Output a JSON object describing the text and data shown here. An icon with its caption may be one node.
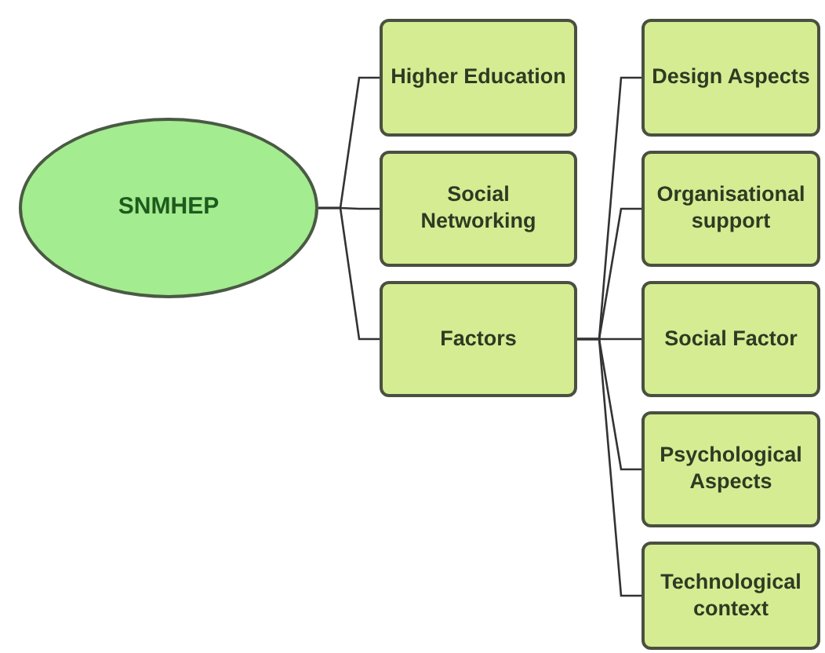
{
  "diagram": {
    "nodes": [
      {
        "text": [
          "SNMHEP"
        ]
      },
      {
        "text": [
          "Higher Education"
        ]
      },
      {
        "text": [
          "Social Networking"
        ]
      },
      {
        "text": [
          "Factors"
        ]
      },
      {
        "text": [
          "Design Aspects"
        ]
      },
      {
        "text": [
          "Organisational support"
        ]
      },
      {
        "text": [
          "Social Factor"
        ]
      },
      {
        "text": [
          "Psychological Aspects"
        ]
      },
      {
        "text": [
          "Technological context"
        ]
      }
    ],
    "edges": [
      {
        "from": 0,
        "to": 1,
        "arrow": "none"
      },
      {
        "from": 0,
        "to": 2,
        "arrow": "none"
      },
      {
        "from": 0,
        "to": 3,
        "arrow": "none"
      },
      {
        "from": 3,
        "to": 4,
        "arrow": "none"
      },
      {
        "from": 3,
        "to": 5,
        "arrow": "none"
      },
      {
        "from": 3,
        "to": 6,
        "arrow": "none"
      },
      {
        "from": 3,
        "to": 7,
        "arrow": "none"
      },
      {
        "from": 3,
        "to": 8,
        "arrow": "none"
      }
    ]
  }
}
